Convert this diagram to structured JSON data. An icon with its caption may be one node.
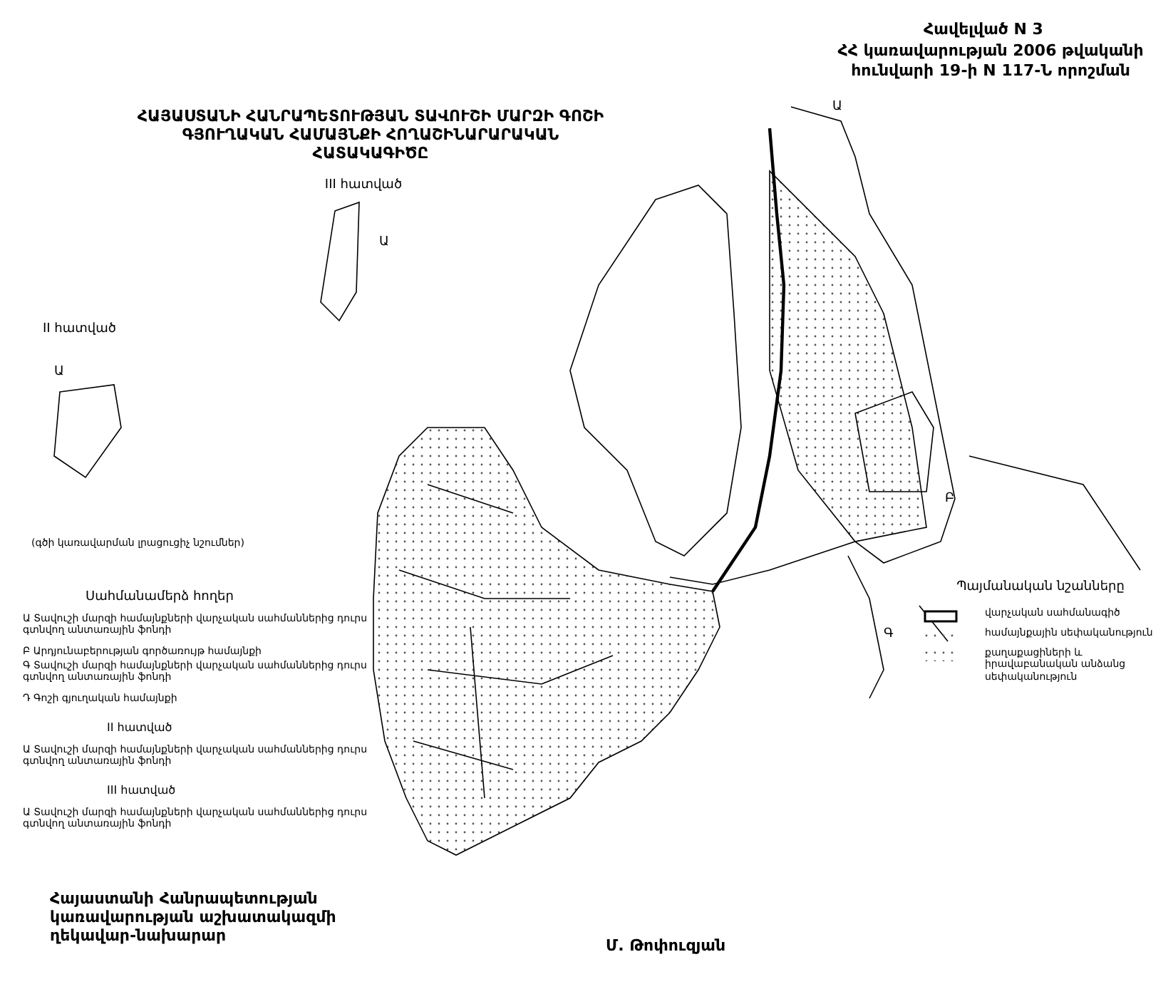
{
  "diagram": {
    "title": "ՀԱՅԱՍՏԱՆԻ ՀԱՆՐԱՊԵՏՈՒԹՅԱՆ ՏԱՎՈՒՇԻ ՄԱՐԶԻ ԳՈՇԻ ԳՅՈՒՂԱԿԱՆ ՀԱՄԱՅՆՔԻ ՀՈՂԱՇԻՆԱՐԱՐԱԿԱՆ ՀԱՏԱԿԱԳԻԾԸ",
    "labels": [
      "Հավելված N 3",
      "ՀՀ կառավարության 2006 թվականի",
      "հունվարի 19-ի N 117-Ն որոշման",
      "III հատված",
      "Ա",
      "II հատված",
      "Ա",
      "Ա",
      "Բ",
      "Գ",
      "(գծի կառավարման լրացուցիչ նշումներ)",
      "Սահմանամերձ հողեր",
      "Ա Տավուշի մարզի համայնքների վարչական սահմաններից դուրս գտնվող անտառային ֆոնդի",
      "Բ Արդյունաբերության գործառույթ համայնքի",
      "Գ Տավուշի մարզի համայնքների վարչական սահմաններից դուրս գտնվող անտառային ֆոնդի",
      "Դ Գոշի գյուղական համայնքի",
      "II հատված",
      "Ա Տավուշի մարզի համայնքների վարչական սահմաններից դուրս գտնվող անտառային ֆոնդի",
      "III հատված",
      "Ա Տավուշի մարզի համայնքների վարչական սահմաններից դուրս գտնվող անտառային ֆոնդի",
      "Պայմանական նշանները",
      "Հայաստանի Հանրապետության կառավարության աշխատակազմի ղեկավար-նախարար",
      "Մ. Թոփուզյան"
    ],
    "legend": [
      {
        "text": "վարչական սահմանագիծ"
      },
      {
        "text": "համայնքային սեփականություն"
      },
      {
        "text": "քաղաքացիների և իրավաբանական անձանց սեփականություն"
      }
    ]
  }
}
